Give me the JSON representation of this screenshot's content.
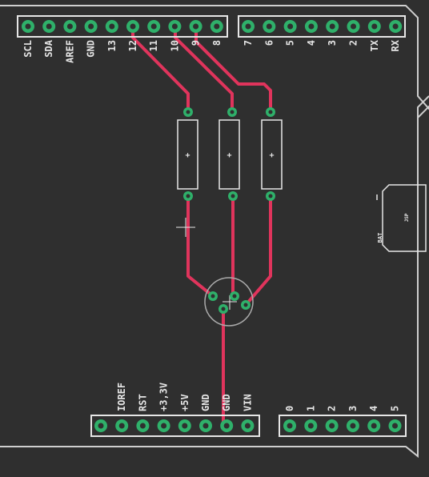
{
  "colors": {
    "background": "#2f2f2f",
    "board_fill": "#393939",
    "silkscreen": "#e6e6e6",
    "pad": "#2fb06a",
    "pad_hole": "#2f2f2f",
    "trace": "#e0345c"
  },
  "header_top_left": {
    "labels": [
      "SCL",
      "SDA",
      "AREF",
      "GND",
      "13",
      "12",
      "11",
      "10",
      "9",
      "8"
    ]
  },
  "header_top_right": {
    "labels": [
      "7",
      "6",
      "5",
      "4",
      "3",
      "2",
      "TX",
      "RX"
    ]
  },
  "header_bottom_power": {
    "labels": [
      "",
      "IOREF",
      "RST",
      "+3,3V",
      "+5V",
      "GND",
      "GND",
      "VIN"
    ]
  },
  "header_bottom_analog": {
    "labels": [
      "0",
      "1",
      "2",
      "3",
      "4",
      "5"
    ]
  },
  "resistors": [
    {
      "label": "+"
    },
    {
      "label": "+"
    },
    {
      "label": "+"
    }
  ],
  "battery": {
    "label_outer": "BAT",
    "label_inner": "JSP"
  },
  "led": {
    "icon": "rgb-led-footprint"
  }
}
